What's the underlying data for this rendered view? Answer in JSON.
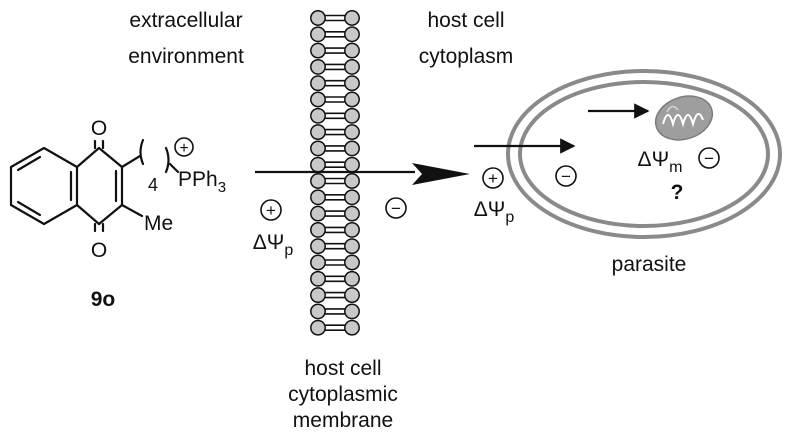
{
  "labels": {
    "extracellular_line1": "extracellular",
    "extracellular_line2": "environment",
    "host_cytoplasm_line1": "host cell",
    "host_cytoplasm_line2": "cytoplasm",
    "membrane_line1": "host cell",
    "membrane_line2": "cytoplasmic",
    "membrane_line3": "membrane",
    "parasite": "parasite",
    "question_mark": "?"
  },
  "compound": {
    "id": "9o",
    "oxygen_top": "O",
    "oxygen_bottom": "O",
    "methyl": "Me",
    "chain_count": "4",
    "phosphonium": "PPh",
    "phosphonium_sub": "3"
  },
  "potentials": {
    "host_symbol": "ΔΨ",
    "host_sub": "p",
    "parasite_symbol": "ΔΨ",
    "parasite_sub": "p",
    "mito_symbol": "ΔΨ",
    "mito_sub": "m"
  },
  "charges": {
    "plus": "+",
    "minus": "−"
  },
  "colors": {
    "ink": "#111111",
    "lipid_head_fill": "#c8c8c8",
    "parasite_membrane": "#8a8a8a",
    "mitochondrion_fill": "#9e9e9e"
  }
}
